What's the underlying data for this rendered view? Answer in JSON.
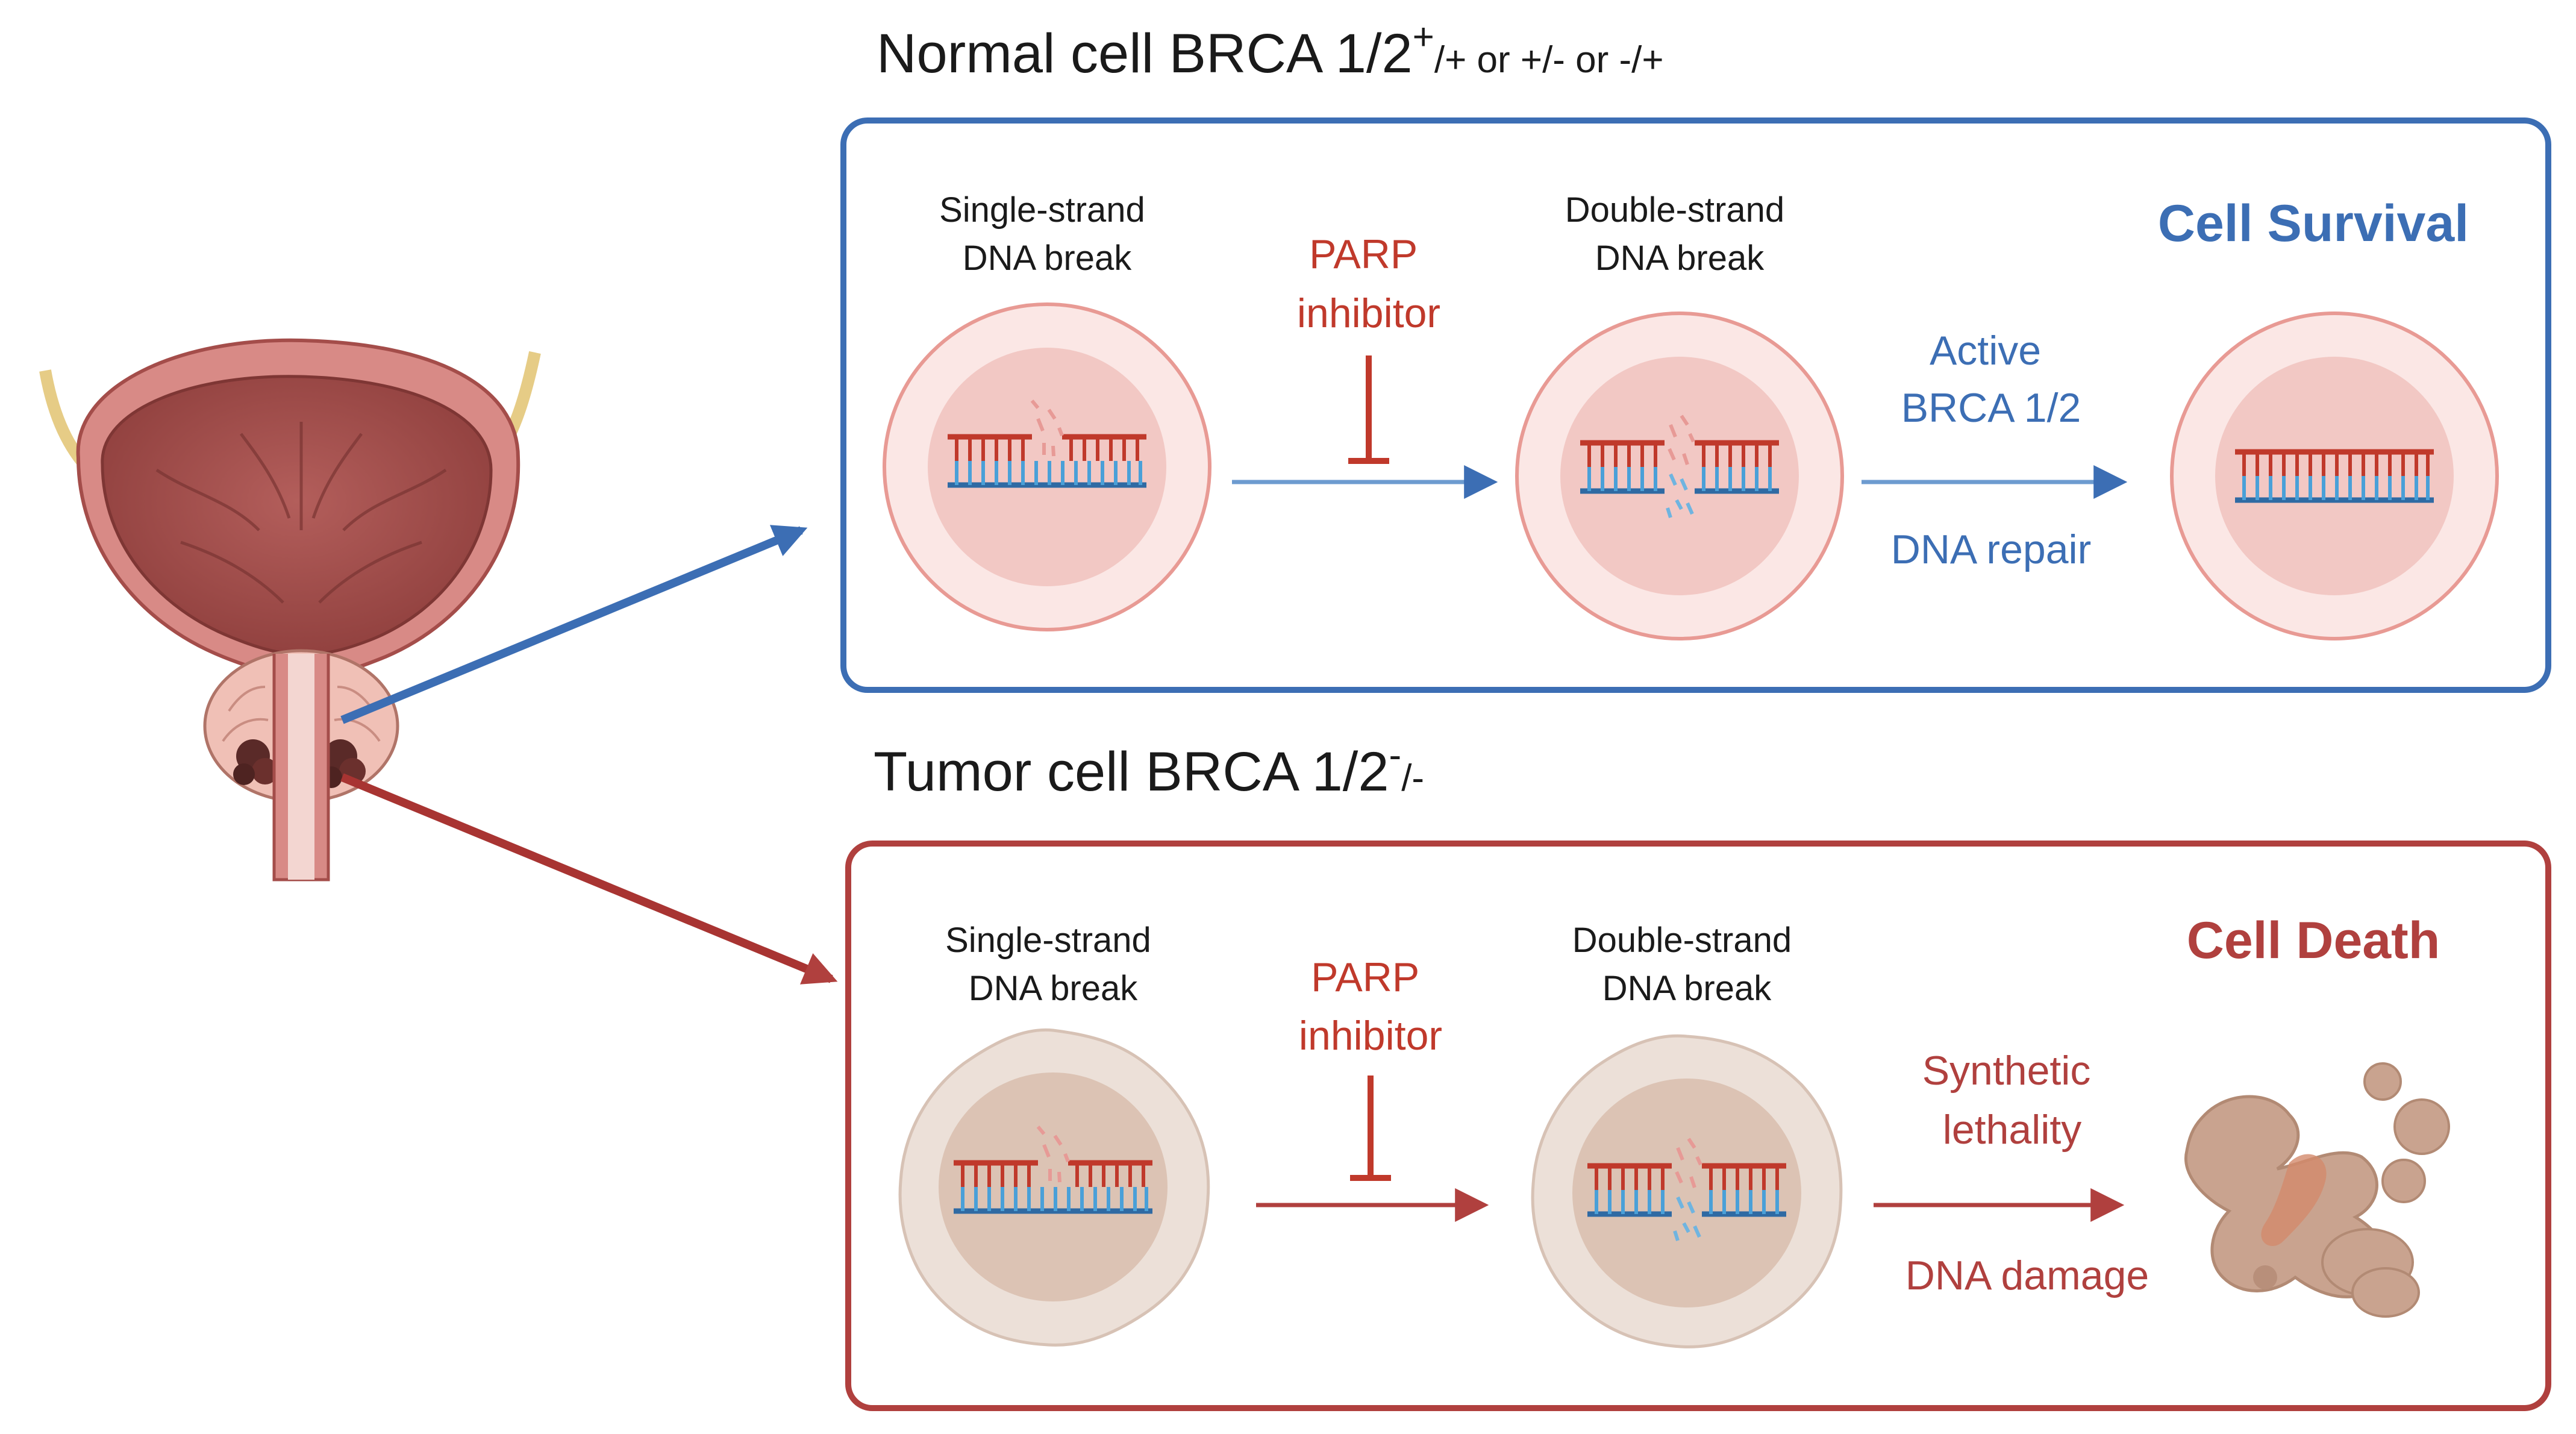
{
  "normal": {
    "title_main": "Normal cell BRCA 1/2",
    "title_sup": "+",
    "title_suffix": "/+ or +/- or -/+",
    "step1_line1": "Single-strand",
    "step1_line2": "DNA break",
    "inhibitor_line1": "PARP",
    "inhibitor_line2": "inhibitor",
    "step2_line1": "Double-strand",
    "step2_line2": "DNA break",
    "process_line1": "Active",
    "process_line2": "BRCA 1/2",
    "process_below": "DNA repair",
    "outcome": "Cell Survival"
  },
  "tumor": {
    "title_main": "Tumor cell BRCA 1/2",
    "title_sup": "-",
    "title_suffix": "/-",
    "step1_line1": "Single-strand",
    "step1_line2": "DNA break",
    "inhibitor_line1": "PARP",
    "inhibitor_line2": "inhibitor",
    "step2_line1": "Double-strand",
    "step2_line2": "DNA break",
    "process_line1": "Synthetic",
    "process_line2": "lethality",
    "process_below": "DNA damage",
    "outcome": "Cell Death"
  },
  "colors": {
    "normal_blue": "#3c6eb4",
    "tumor_red": "#b0403e",
    "inhibitor_red": "#c0392b",
    "cell_pink": "#f6d3d0",
    "tumor_beige": "#e7d6cc"
  }
}
